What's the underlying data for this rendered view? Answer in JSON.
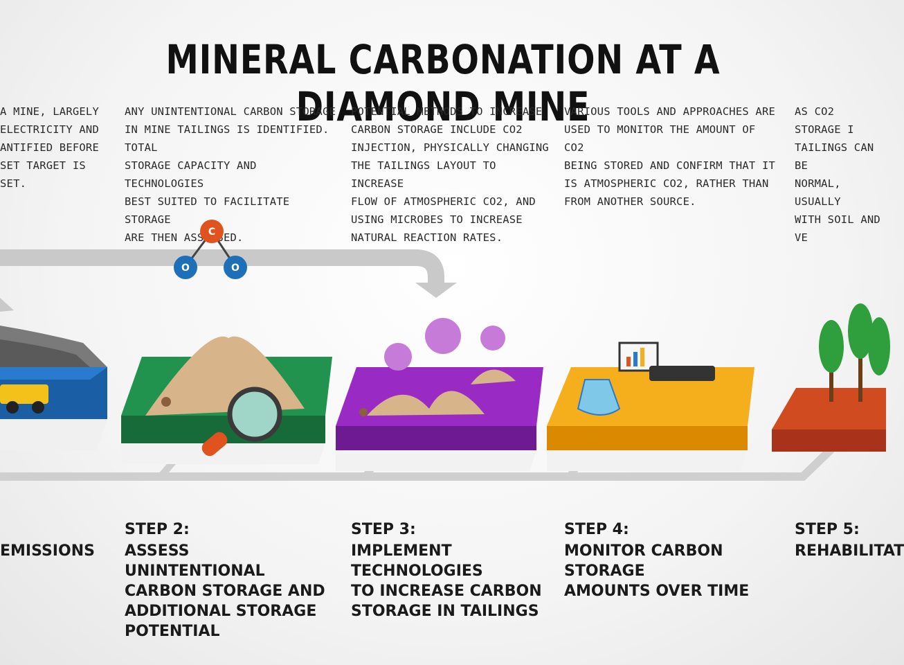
{
  "title": "MINERAL CARBONATION AT A DIAMOND MINE",
  "steps": [
    {
      "description": "A MINE, LARGELY\nELECTRICITY AND\nANTIFIED BEFORE\nSET TARGET IS SET.",
      "number": "",
      "title": "EMISSIONS",
      "color": "#1f6fbf"
    },
    {
      "description": "ANY UNINTENTIONAL CARBON STORAGE\nIN MINE TAILINGS IS IDENTIFIED. TOTAL\nSTORAGE CAPACITY AND TECHNOLOGIES\nBEST SUITED TO FACILITATE STORAGE\nARE THEN ASSESSED.",
      "number": "STEP 2:",
      "title": "ASSESS UNINTENTIONAL\nCARBON STORAGE AND\nADDITIONAL STORAGE\nPOTENTIAL",
      "color": "#1e7a45"
    },
    {
      "description": "POTENTIAL METHODS TO INCREASE\nCARBON STORAGE INCLUDE CO2\nINJECTION, PHYSICALLY CHANGING\nTHE TAILINGS LAYOUT TO INCREASE\nFLOW OF ATMOSPHERIC CO2, AND\nUSING MICROBES TO INCREASE\nNATURAL REACTION RATES.",
      "number": "STEP 3:",
      "title": "IMPLEMENT TECHNOLOGIES\nTO INCREASE CARBON\nSTORAGE IN TAILINGS",
      "color": "#8a1fb0"
    },
    {
      "description": "VARIOUS TOOLS AND APPROACHES ARE\nUSED TO MONITOR THE AMOUNT OF CO2\nBEING STORED AND CONFIRM THAT IT\nIS ATMOSPHERIC CO2, RATHER THAN\nFROM ANOTHER SOURCE.",
      "number": "STEP 4:",
      "title": "MONITOR CARBON STORAGE\nAMOUNTS OVER TIME",
      "color": "#f3a712"
    },
    {
      "description": "AS CO2 STORAGE I\nTAILINGS CAN BE\nNORMAL, USUALLY\nWITH SOIL AND VE",
      "number": "STEP 5:",
      "title": "REHABILITAT",
      "color": "#c0391f"
    }
  ],
  "molecule": {
    "center": "C",
    "left": "O",
    "right": "O"
  }
}
